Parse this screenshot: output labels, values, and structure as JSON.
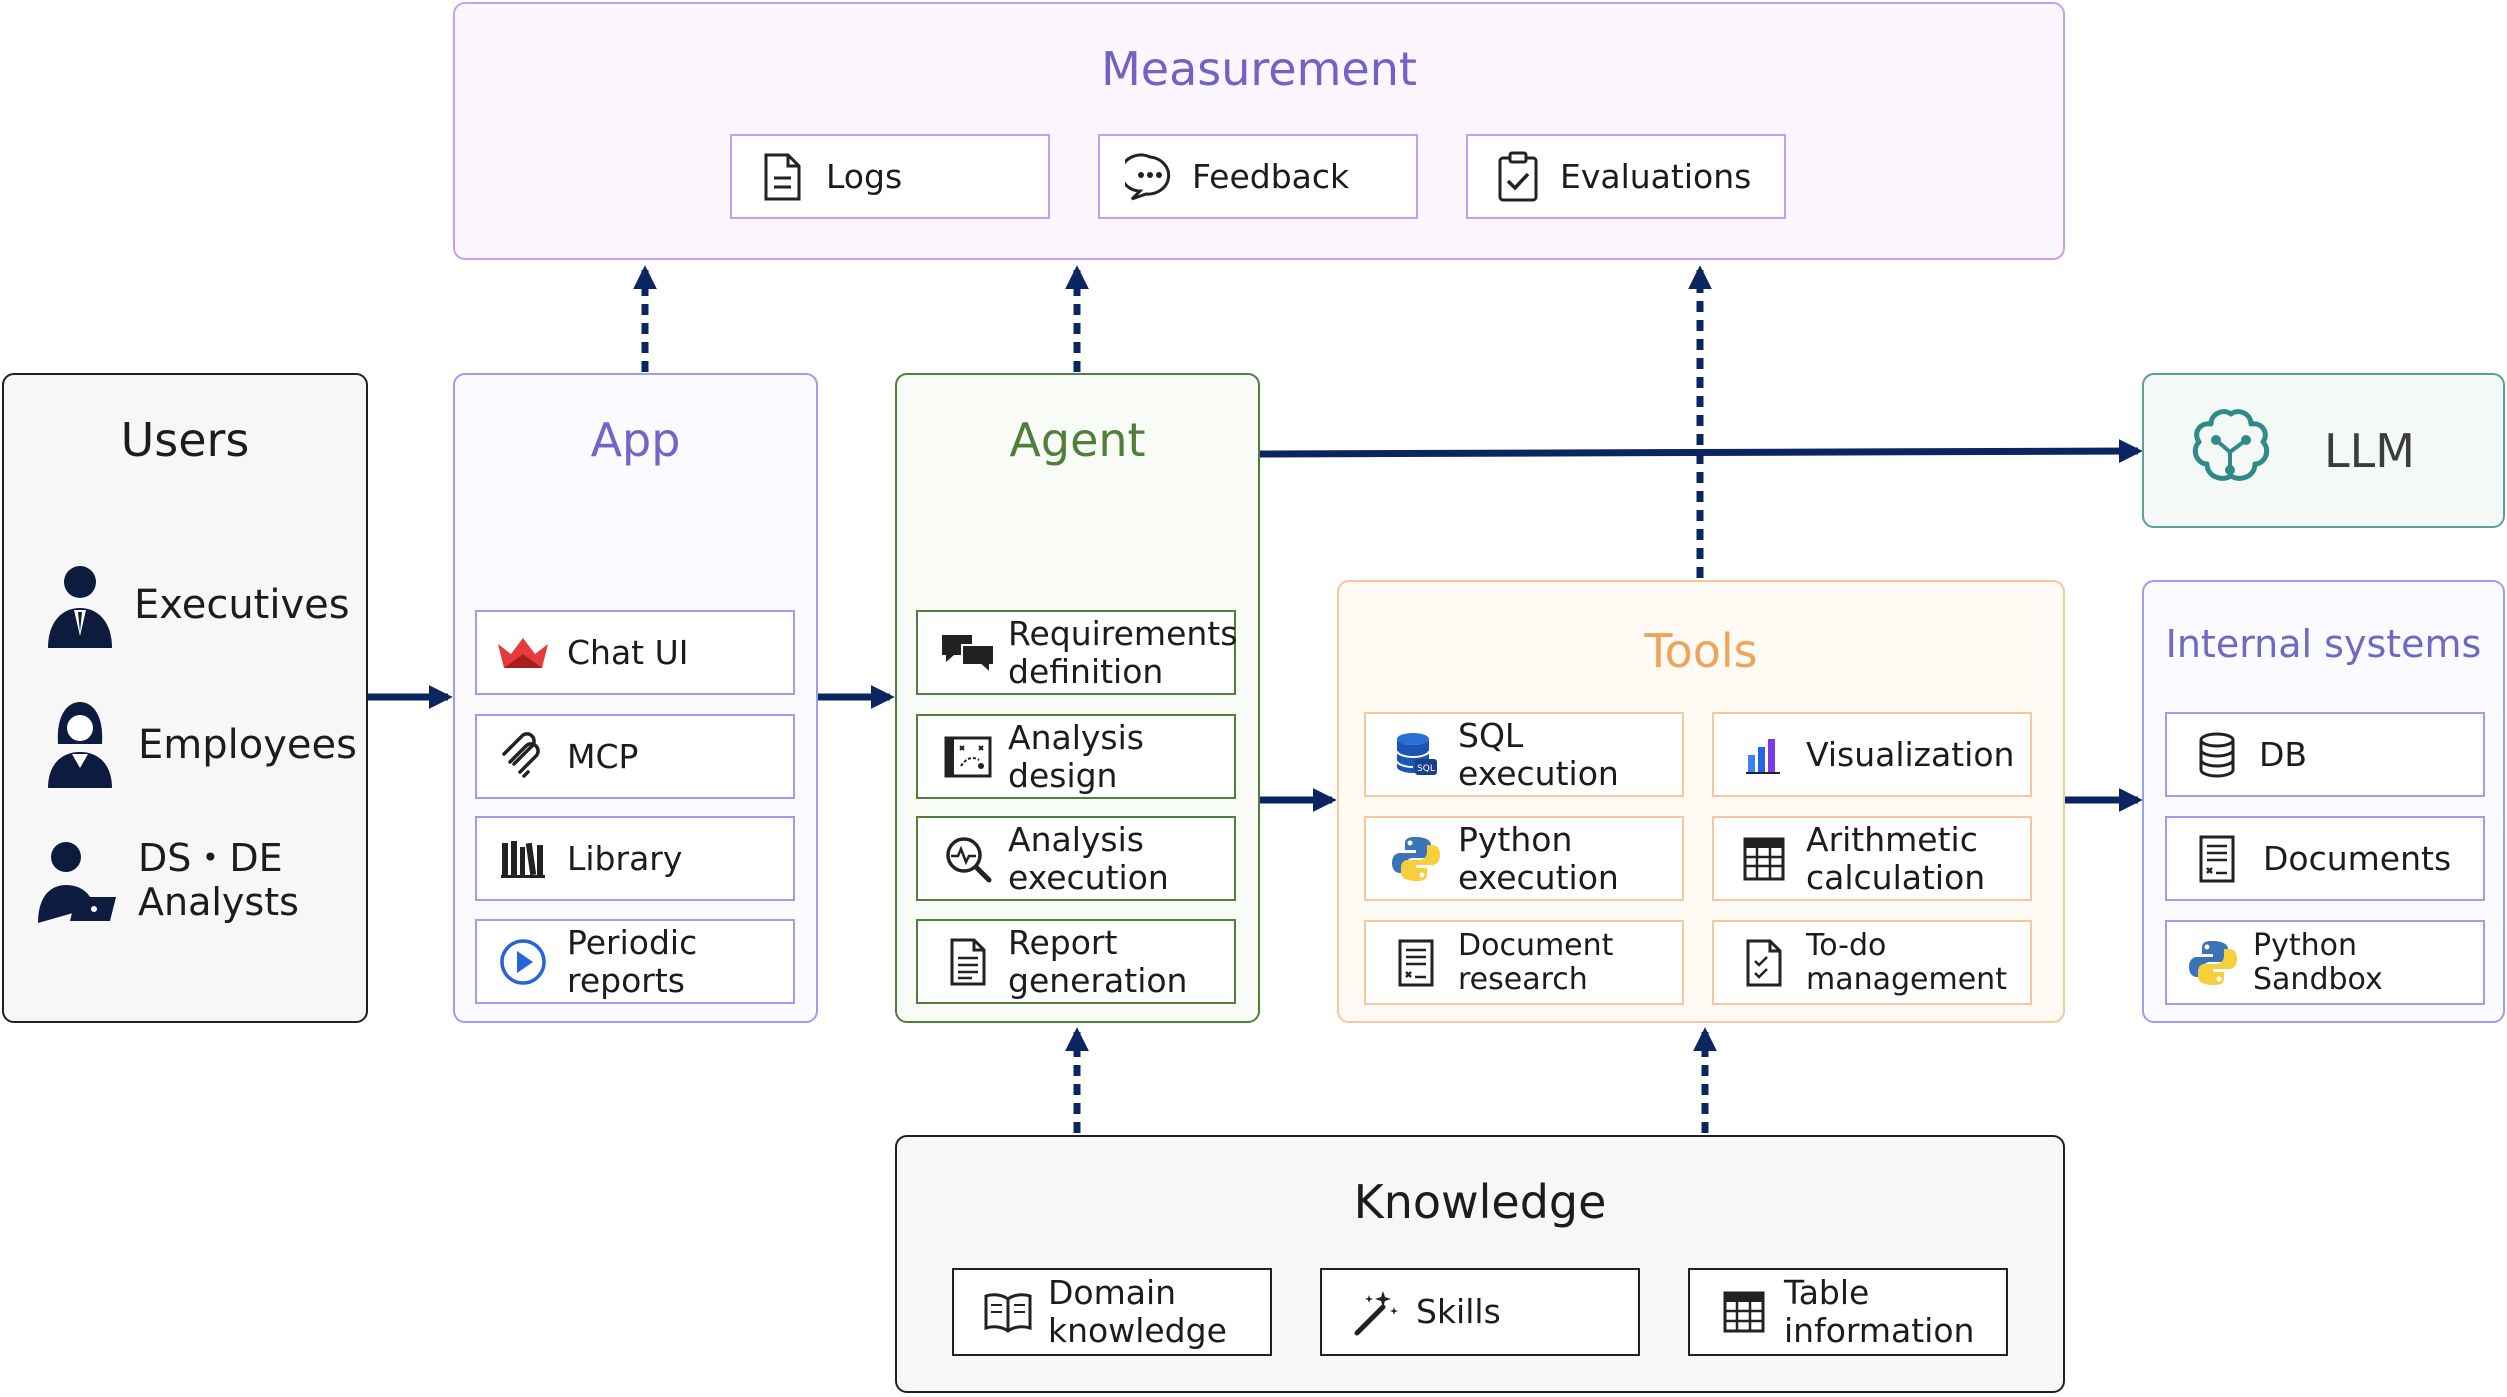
{
  "colors": {
    "arrow": "#0b2560",
    "measurement_border": "#c79ff0",
    "measurement_title": "#7062c6",
    "app_border": "#9f9cf2",
    "app_title": "#7065c8",
    "agent_border": "#4f7f3b",
    "agent_title": "#4f7f3b",
    "tools_border": "#f6c89a",
    "tools_title": "#f0a35b",
    "llm_border": "#58a09a",
    "internal_border": "#9c9ef0",
    "internal_title": "#6d6ac2",
    "dark_border": "#202020"
  },
  "measurement": {
    "title": "Measurement",
    "items": [
      {
        "label": "Logs",
        "icon": "document-lines-icon"
      },
      {
        "label": "Feedback",
        "icon": "chat-bubble-icon"
      },
      {
        "label": "Evaluations",
        "icon": "clipboard-check-icon"
      }
    ]
  },
  "users": {
    "title": "Users",
    "items": [
      {
        "label": "Executives",
        "icon": "executive-person-icon"
      },
      {
        "label": "Employees",
        "icon": "employee-person-icon"
      },
      {
        "label": "DS・DE\nAnalysts",
        "icon": "analyst-laptop-icon"
      }
    ]
  },
  "app": {
    "title": "App",
    "items": [
      {
        "label": "Chat UI",
        "icon": "crown-logo-icon"
      },
      {
        "label": "MCP",
        "icon": "mcp-logo-icon"
      },
      {
        "label": "Library",
        "icon": "library-books-icon"
      },
      {
        "label": "Periodic\nreports",
        "icon": "play-circle-icon"
      }
    ]
  },
  "agent": {
    "title": "Agent",
    "items": [
      {
        "label": "Requirements\ndefinition",
        "icon": "speech-bubbles-icon"
      },
      {
        "label": "Analysis\ndesign",
        "icon": "blueprint-icon"
      },
      {
        "label": "Analysis\nexecution",
        "icon": "magnifier-pulse-icon"
      },
      {
        "label": "Report\ngeneration",
        "icon": "report-document-icon"
      }
    ]
  },
  "llm": {
    "title": "LLM",
    "icon": "brain-circuit-icon"
  },
  "tools": {
    "title": "Tools",
    "items": [
      {
        "label": "SQL\nexecution",
        "icon": "sql-database-icon"
      },
      {
        "label": "Visualization",
        "icon": "bar-chart-icon"
      },
      {
        "label": "Python\nexecution",
        "icon": "python-logo-icon"
      },
      {
        "label": "Arithmetic\ncalculation",
        "icon": "calculator-grid-icon"
      },
      {
        "label": "Document\nresearch",
        "icon": "document-form-icon"
      },
      {
        "label": "To-do\nmanagement",
        "icon": "checklist-icon"
      }
    ]
  },
  "internal": {
    "title": "Internal systems",
    "items": [
      {
        "label": "DB",
        "icon": "database-icon"
      },
      {
        "label": "Documents",
        "icon": "document-form-icon"
      },
      {
        "label": "Python Sandbox",
        "icon": "python-logo-icon"
      }
    ]
  },
  "knowledge": {
    "title": "Knowledge",
    "items": [
      {
        "label": "Domain\nknowledge",
        "icon": "open-book-icon"
      },
      {
        "label": "Skills",
        "icon": "magic-wand-icon"
      },
      {
        "label": "Table\ninformation",
        "icon": "table-grid-icon"
      }
    ]
  }
}
